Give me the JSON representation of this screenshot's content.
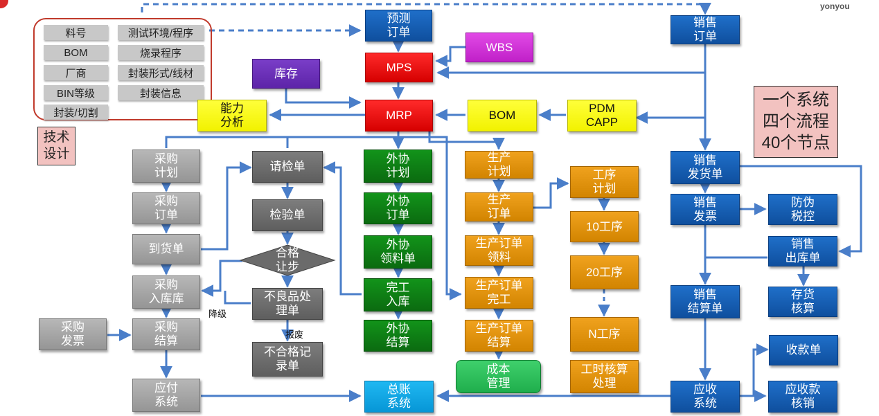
{
  "brand": "yonyou",
  "tags": [
    "料号",
    "测试环境/程序",
    "BOM",
    "烧录程序",
    "厂商",
    "封装形式/线材",
    "BIN等级",
    "封装信息",
    "封装/切割"
  ],
  "notes": {
    "tech": "技术\n设计",
    "system": "一个系统\n四个流程\n40个节点"
  },
  "labels": {
    "downgrade": "降级",
    "scrap": "报废"
  },
  "nodes": {
    "forecast": "预测\n订单",
    "sales_order": "销售\n订单",
    "wbs": "WBS",
    "mps": "MPS",
    "inventory": "库存",
    "mrp": "MRP",
    "capacity": "能力\n分析",
    "bom": "BOM",
    "pdm": "PDM\nCAPP",
    "pur_plan": "采购\n计划",
    "pur_order": "采购\n订单",
    "arrival": "到货单",
    "pur_in": "采购\n入库库",
    "pur_settle": "采购\n结算",
    "pur_invoice": "采购\n发票",
    "ap": "应付\n系统",
    "insp_req": "请检单",
    "insp": "检验单",
    "pass": "合格\n让步",
    "ng": "不良品处\n理单",
    "reject": "不合格记\n录单",
    "out_plan": "外协\n计划",
    "out_order": "外协\n订单",
    "out_pick": "外协\n领料单",
    "done_in": "完工\n入库",
    "out_settle": "外协\n结算",
    "gl": "总账\n系统",
    "prod_plan": "生产\n计划",
    "prod_order": "生产\n订单",
    "prod_pick": "生产订单\n领料",
    "prod_done": "生产订单\n完工",
    "prod_settle": "生产订单\n结算",
    "cost": "成本\n管理",
    "op_plan": "工序\n计划",
    "op10": "10工序",
    "op20": "20工序",
    "opn": "N工序",
    "labor": "工时核算\n处理",
    "sales_ship": "销售\n发货单",
    "sales_inv": "销售\n发票",
    "tax": "防伪\n税控",
    "sales_out": "销售\n出库单",
    "sales_settle": "销售\n结算单",
    "stock_acc": "存货\n核算",
    "receipt": "收款单",
    "ar": "应收\n系统",
    "ar_writeoff": "应收款\n核销"
  }
}
